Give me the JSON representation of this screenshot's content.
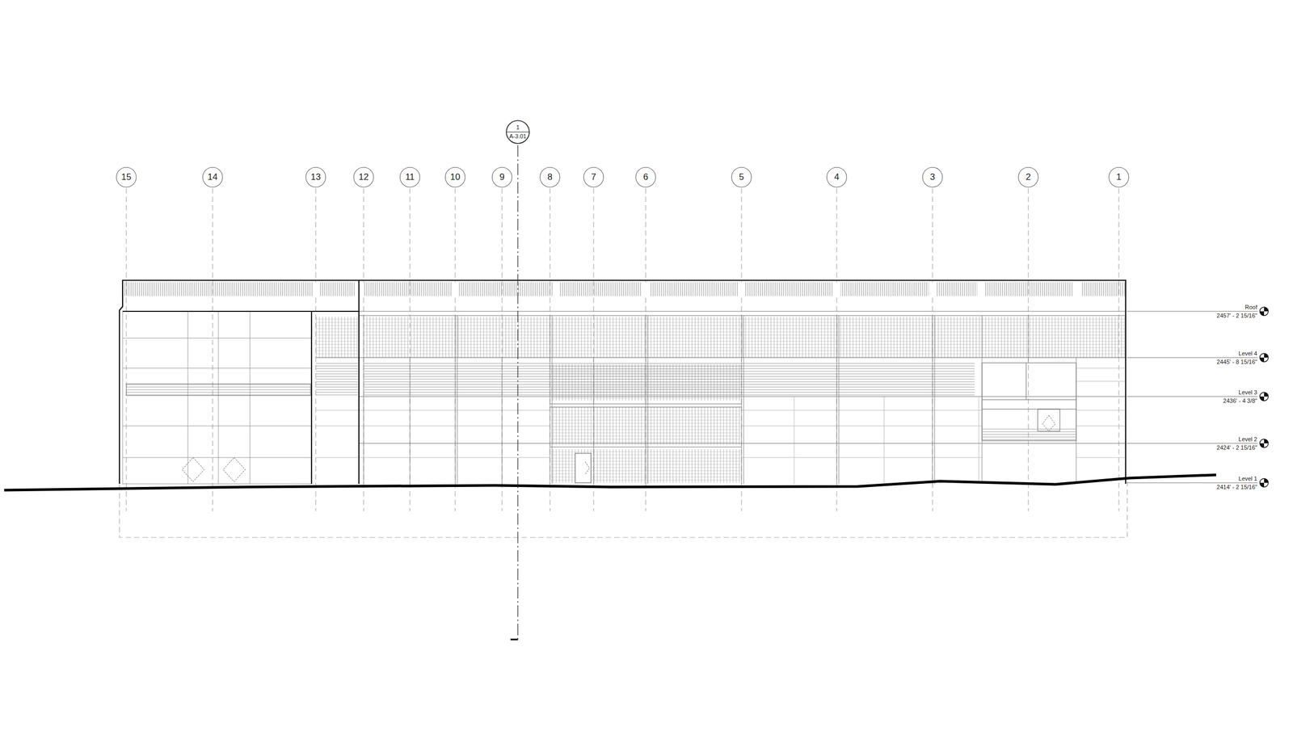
{
  "diagram": {
    "nodes": [
      {
        "text": [
          "1",
          "A-3.01"
        ]
      },
      {
        "text": [
          "15"
        ]
      },
      {
        "text": [
          "14"
        ]
      },
      {
        "text": [
          "13"
        ]
      },
      {
        "text": [
          "12"
        ]
      },
      {
        "text": [
          "11"
        ]
      },
      {
        "text": [
          "10"
        ]
      },
      {
        "text": [
          "9"
        ]
      },
      {
        "text": [
          "8"
        ]
      },
      {
        "text": [
          "7"
        ]
      },
      {
        "text": [
          "6"
        ]
      },
      {
        "text": [
          "5"
        ]
      },
      {
        "text": [
          "4"
        ]
      },
      {
        "text": [
          "3"
        ]
      },
      {
        "text": [
          "2"
        ]
      },
      {
        "text": [
          "1"
        ]
      }
    ],
    "labels": [
      "Roof",
      "2457' - 2 15/16\"",
      "Level 4",
      "2445' - 8 15/16\"",
      "Level 3",
      "2436' - 4 3/8\"",
      "Level 2",
      "2424' - 2 15/16\"",
      "Level 1",
      "2414' - 2 15/16\""
    ]
  }
}
